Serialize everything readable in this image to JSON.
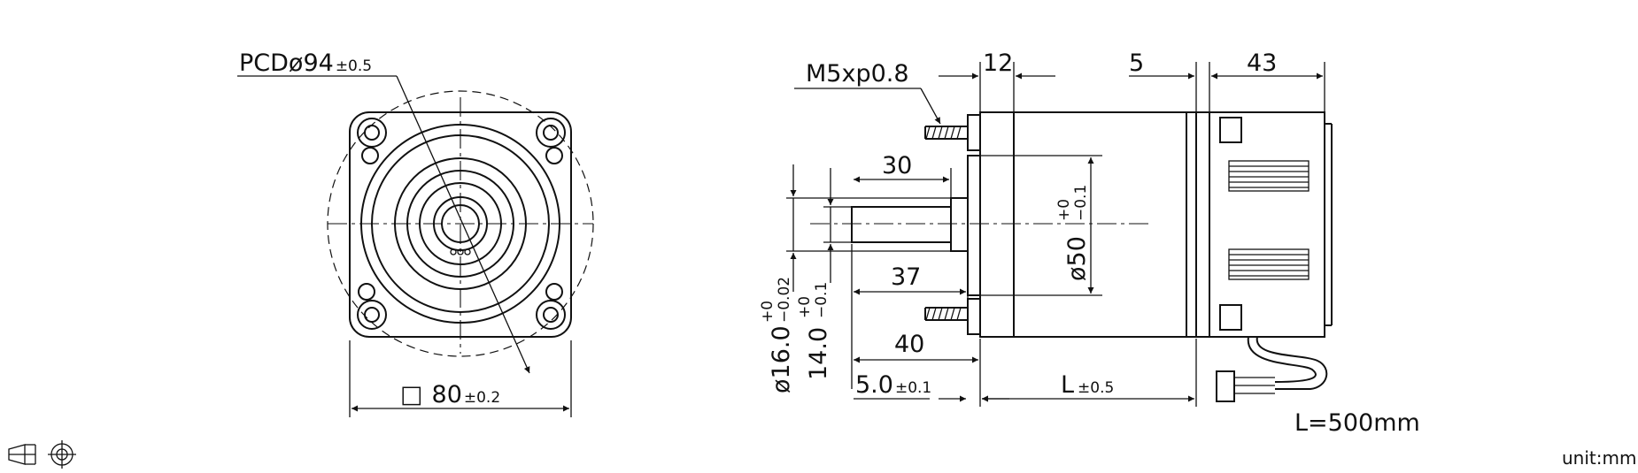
{
  "dimensions": {
    "pcd_main": "PCDø94",
    "pcd_tol": "±0.5",
    "square_symbol": "□",
    "square_main": "80",
    "square_tol": "±0.2",
    "thread": "M5xp0.8",
    "d12": "12",
    "d5": "5",
    "d43": "43",
    "d30": "30",
    "d37": "37",
    "d40": "40",
    "d50_main": "ø50",
    "d50_tol_up": "+0",
    "d50_tol_low": "−0.1",
    "d16_main": "ø16.0",
    "d16_tol_up": "+0",
    "d16_tol_low": "−0.02",
    "d14_main": "14.0",
    "d14_tol_up": "+0",
    "d14_tol_low": "−0.1",
    "d5_0_main": "5.0",
    "d5_0_tol": "±0.1",
    "len_main": "L",
    "len_tol": "±0.5",
    "cable": "L=500mm"
  },
  "footer": {
    "unit": "unit:mm",
    "projection_icon": "third-angle-projection-icon"
  }
}
